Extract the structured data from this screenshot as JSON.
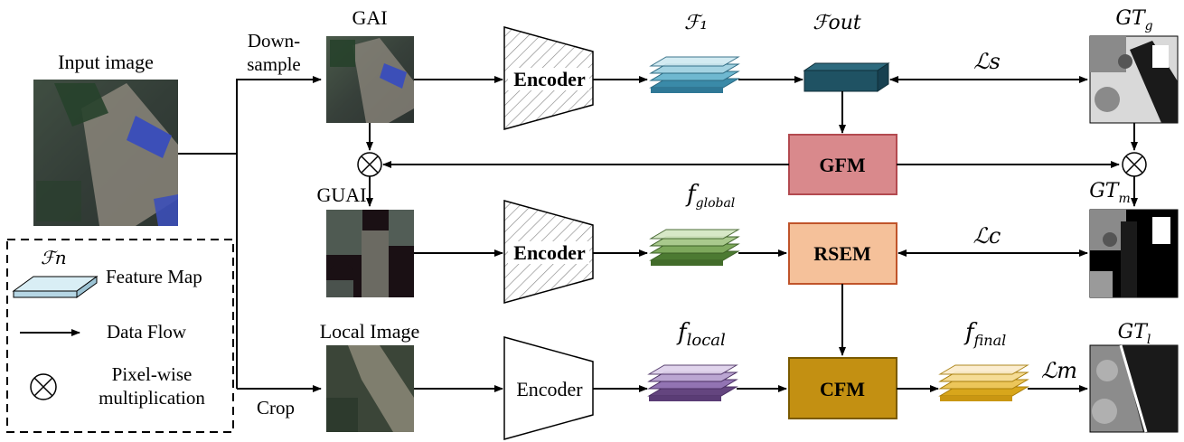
{
  "labels": {
    "input_image": "Input image",
    "down": "Down-",
    "sample": "sample",
    "crop": "Crop",
    "gai": "GAI",
    "guai": "GUAI",
    "local_image": "Local Image",
    "encoder_top": "Encoder",
    "encoder_mid": "Encoder",
    "encoder_bot": "Encoder",
    "f1": "ℱ₁",
    "fout": "ℱout",
    "f_global_main": "f",
    "f_global_sub": "global",
    "f_local_main": "f",
    "f_local_sub": "local",
    "f_final_main": "f",
    "f_final_sub": "final",
    "loss_s": "ℒs",
    "loss_c": "ℒc",
    "loss_m": "ℒm",
    "gfm": "GFM",
    "rsem": "RSEM",
    "cfm": "CFM",
    "gt_g_main": "GT",
    "gt_g_sub": "g",
    "gt_m_main": "GT",
    "gt_m_sub": "m",
    "gt_l_main": "GT",
    "gt_l_sub": "l"
  },
  "legend": {
    "fn": "ℱn",
    "feature_map": "Feature Map",
    "data_flow": "Data Flow",
    "pixelwise_1": "Pixel-wise",
    "pixelwise_2": "multiplication"
  },
  "colors": {
    "gfm_fill": "#d9898c",
    "gfm_stroke": "#b34a50",
    "rsem_fill": "#f5c19a",
    "rsem_stroke": "#c0542a",
    "cfm_fill": "#c39012",
    "cfm_stroke": "#7a5a00",
    "fout_fill": "#1f5263",
    "f1_layers": "#5aa8c5",
    "global_layers": "#6e9a4a",
    "local_layers": "#8a6aab",
    "final_layers": "#e2b93b"
  }
}
